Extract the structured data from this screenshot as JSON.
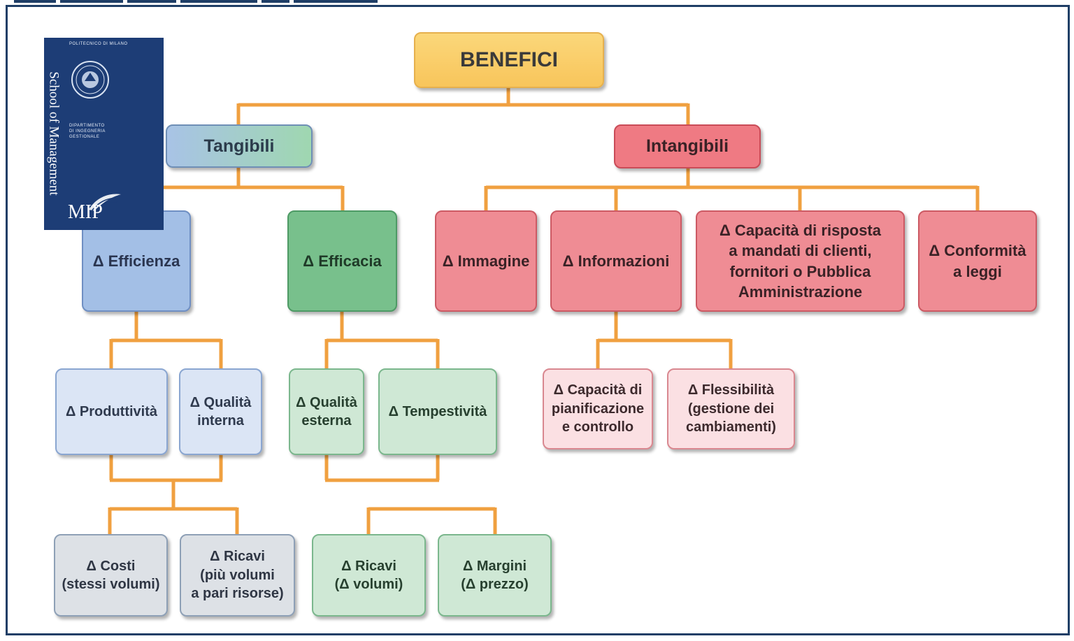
{
  "title_fragment": "",
  "logo": {
    "vertical_text": "School of Management",
    "university": "POLITECNICO DI MILANO",
    "department": [
      "DIPARTIMENTO",
      "DI INGEGNERIA",
      "GESTIONALE"
    ],
    "brand": "MIP"
  },
  "colors": {
    "connector": "#f0a040",
    "frame": "#1f3e66",
    "logo_bg": "#1d3d76"
  },
  "tree": {
    "root": "BENEFICI",
    "tangibili": "Tangibili",
    "intangibili": "Intangibili",
    "efficienza": "Δ Efficienza",
    "efficacia": "Δ Efficacia",
    "immagine": "Δ Immagine",
    "informazioni": "Δ Informazioni",
    "capacita_risposta": [
      "Δ Capacità di risposta",
      "a mandati di clienti,",
      "fornitori o Pubblica",
      "Amministrazione"
    ],
    "conformita": [
      "Δ Conformità",
      "a leggi"
    ],
    "produttivita": "Δ Produttività",
    "qualita_interna": [
      "Δ Qualità",
      "interna"
    ],
    "qualita_esterna": [
      "Δ Qualità",
      "esterna"
    ],
    "tempestivita": "Δ Tempestività",
    "pianificazione": [
      "Δ Capacità di",
      "pianificazione",
      "e controllo"
    ],
    "flessibilita": [
      "Δ Flessibilità",
      "(gestione dei",
      "cambiamenti)"
    ],
    "costi": [
      "Δ Costi",
      "(stessi volumi)"
    ],
    "ricavi_volumi": [
      "Δ Ricavi",
      "(più volumi",
      "a pari risorse)"
    ],
    "ricavi": [
      "Δ Ricavi",
      "(Δ volumi)"
    ],
    "margini": [
      "Δ Margini",
      "(Δ prezzo)"
    ]
  }
}
